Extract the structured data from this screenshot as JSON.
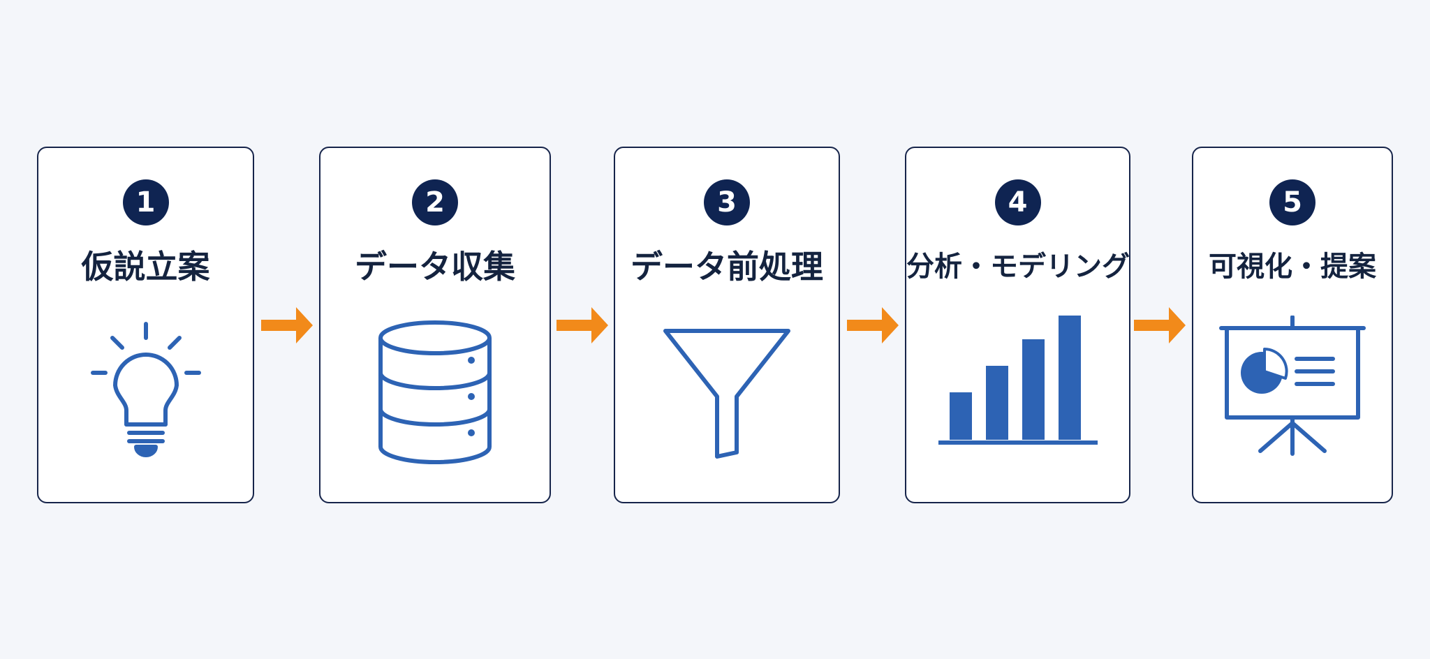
{
  "steps": [
    {
      "number": "1",
      "title": "仮説立案",
      "icon": "lightbulb-icon"
    },
    {
      "number": "2",
      "title": "データ収集",
      "icon": "database-icon"
    },
    {
      "number": "3",
      "title": "データ前処理",
      "icon": "funnel-icon"
    },
    {
      "number": "4",
      "title": "分析・モデリング",
      "icon": "bar-chart-icon"
    },
    {
      "number": "5",
      "title": "可視化・提案",
      "icon": "presentation-board-icon"
    }
  ],
  "colors": {
    "background": "#f4f6fa",
    "card_border": "#16244a",
    "badge": "#0f2452",
    "title_text": "#14233f",
    "icon": "#2d63b4",
    "arrow": "#f28a1a"
  }
}
